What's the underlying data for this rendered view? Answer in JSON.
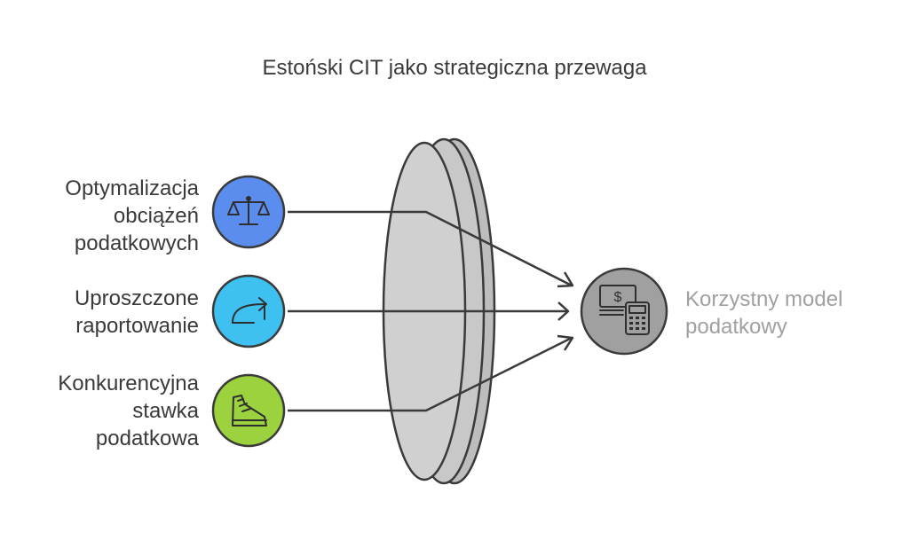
{
  "diagram": {
    "title": "Estoński CIT jako strategiczna przewaga",
    "inputs": [
      {
        "lines": [
          "Optymalizacja",
          "obciążeń",
          "podatkowych"
        ],
        "icon": "scales-icon",
        "color": "#5b8def"
      },
      {
        "lines": [
          "Uproszczone",
          "raportowanie"
        ],
        "icon": "redo-arrow-icon",
        "color": "#3ec1f0"
      },
      {
        "lines": [
          "Konkurencyjna",
          "stawka",
          "podatkowa"
        ],
        "icon": "sneaker-icon",
        "color": "#9bd23e"
      }
    ],
    "output": {
      "lines": [
        "Korzystny model",
        "podatkowy"
      ],
      "icon": "money-calculator-icon",
      "color": "#a0a0a0"
    }
  }
}
